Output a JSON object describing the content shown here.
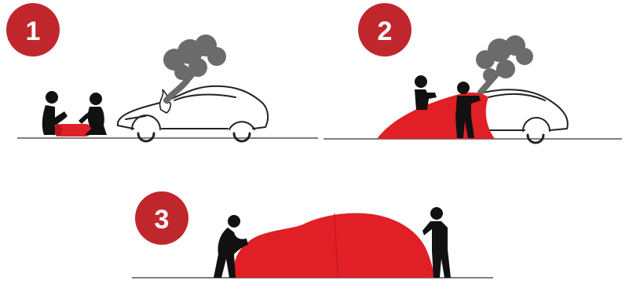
{
  "steps": [
    {
      "number": "1"
    },
    {
      "number": "2"
    },
    {
      "number": "3"
    }
  ],
  "colors": {
    "badge": "#c0272d",
    "blanket": "#e01f26",
    "ground": "#555555",
    "smoke": "#6b6b6b",
    "figure": "#111111",
    "car_outline": "#222222",
    "flame": "#f4f4f4"
  }
}
